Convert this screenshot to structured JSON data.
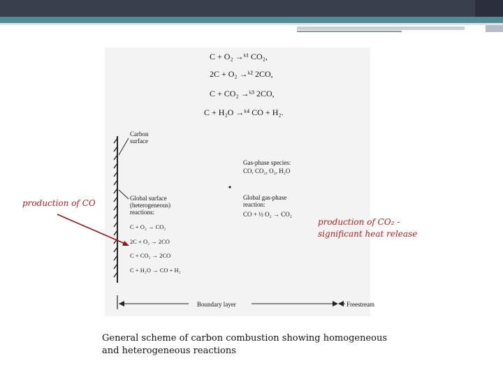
{
  "figure": {
    "equations": [
      "C + O₂ →ᵏ¹ CO₂,",
      "2C + O₂ →ᵏ² 2CO,",
      "C + CO₂ →ᵏ³ 2CO,",
      "C + H₂O →ᵏ⁴ CO + H₂."
    ],
    "carbon_surface_label": "Carbon\nsurface",
    "gas_phase_species_title": "Gas-phase species:",
    "gas_phase_species_list": "CO, CO₂, O₂, H₂O",
    "global_gas_phase_title": "Global gas-phase\nreaction:",
    "global_gas_phase_reaction": "CO + ½ O₂ → CO₂",
    "global_surface_title": "Global surface\n(heterogeneous)\nreactions:",
    "surface_reactions": [
      "C + O₂ → CO₂",
      "2C + O₂ → 2CO",
      "C + CO₂ → 2CO",
      "C + H₂O → CO + H₂"
    ],
    "boundary_layer_label": "Boundary layer",
    "freestream_label": "Freestream"
  },
  "annotations": {
    "left": "production of CO",
    "right_line1": "production of CO₂ -",
    "right_line2": "significant heat release"
  },
  "caption": "General scheme of carbon combustion showing homogeneous and heterogeneous reactions",
  "colors": {
    "annotation": "#b02020",
    "arrow": "#8b1a1a",
    "topbar": "#3a3f4e",
    "accent_bar": "#4e8e92"
  }
}
